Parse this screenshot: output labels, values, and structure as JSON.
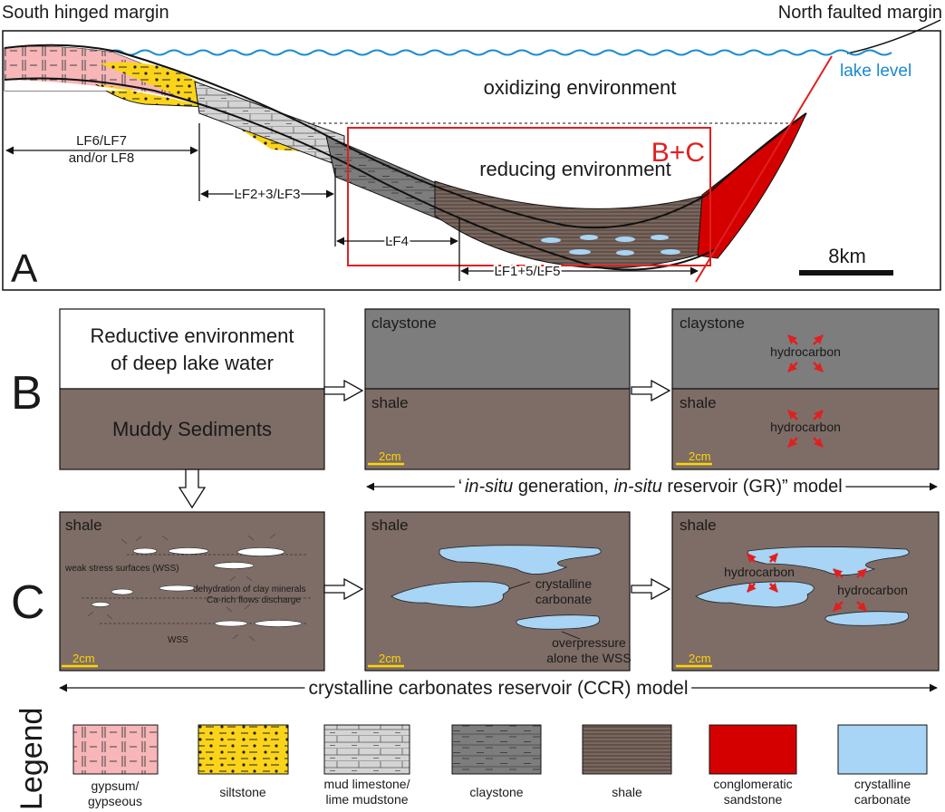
{
  "panel_a": {
    "label": "A",
    "south_margin": "South hinged margin",
    "north_margin": "North faulted margin",
    "lake_level": "lake level",
    "oxidizing": "oxidizing environment",
    "reducing": "reducing environment",
    "box_label": "B+C",
    "zones": {
      "lf6_line1": "LF6/LF7",
      "lf6_line2": "and/or LF8",
      "lf2": "LF2+3/LF3",
      "lf4": "LF4",
      "lf1": "LF1+5/LF5"
    },
    "scale": "8km"
  },
  "panel_b": {
    "label": "B",
    "upper_line1": "Reductive environment",
    "upper_line2": "of deep lake water",
    "lower": "Muddy Sediments",
    "claystone": "claystone",
    "shale": "shale",
    "hydrocarbon": "hydrocarbon",
    "scale": "2cm",
    "model_prefix": "“",
    "model_italic1": "in-situ",
    "model_mid": " generation, ",
    "model_italic2": "in-situ",
    "model_suffix": " reservoir (GR)” model"
  },
  "panel_c": {
    "label": "C",
    "shale": "shale",
    "wss_full": "weak stress surfaces (WSS)",
    "dehydration": "dehydration of clay minerals",
    "ca_flows": "Ca-rich flows discharge",
    "wss": "WSS",
    "crystalline_1": "crystalline",
    "crystalline_2": "carbonate",
    "overpressure_1": "overpressure",
    "overpressure_2": "alone the WSS",
    "hydrocarbon": "hydrocarbon",
    "scale": "2cm",
    "model": "crystalline carbonates reservoir (CCR) model"
  },
  "legend": {
    "title": "Legend",
    "items": [
      {
        "line1": "gypsum/",
        "line2": "gypseous",
        "color": "#f7b6b8"
      },
      {
        "line1": "siltstone",
        "line2": "",
        "color": "#fbd41a"
      },
      {
        "line1": "mud limestone/",
        "line2": "lime mudstone",
        "color": "#d4d4d4"
      },
      {
        "line1": "claystone",
        "line2": "",
        "color": "#7d7d7d"
      },
      {
        "line1": "shale",
        "line2": "",
        "color": "#7a675e"
      },
      {
        "line1": "conglomeratic",
        "line2": "sandstone",
        "color": "#d40000"
      },
      {
        "line1": "crystalline",
        "line2": "carbonate",
        "color": "#a8d4f5"
      }
    ]
  },
  "colors": {
    "shale": "#7e6d66",
    "claystone": "#7d7d7d",
    "carbonate": "#a8d4f5",
    "red": "#e02020",
    "lake": "#1b8ad0",
    "scalebar": "#ffd400"
  }
}
